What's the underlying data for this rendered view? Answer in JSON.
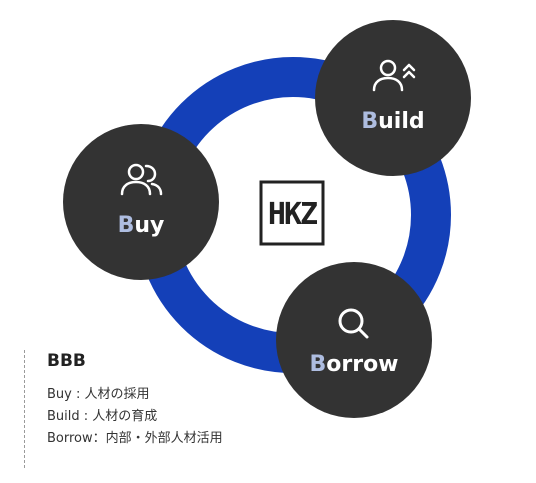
{
  "colors": {
    "ring": "#1440b8",
    "node": "#333333",
    "accent_letter": "#aebde0",
    "text_light": "#ffffff"
  },
  "center": {
    "logo_text": "HKZ"
  },
  "nodes": {
    "build": {
      "first_letter": "B",
      "rest": "uild",
      "icon": "person-chevron-up-icon"
    },
    "buy": {
      "first_letter": "B",
      "rest": "uy",
      "icon": "people-icon"
    },
    "borrow": {
      "first_letter": "B",
      "rest": "orrow",
      "icon": "search-icon"
    }
  },
  "legend": {
    "title": "BBB",
    "lines": [
      "Buy : 人材の採用",
      "Build : 人材の育成",
      "Borrow：内部・外部人材活用"
    ]
  }
}
